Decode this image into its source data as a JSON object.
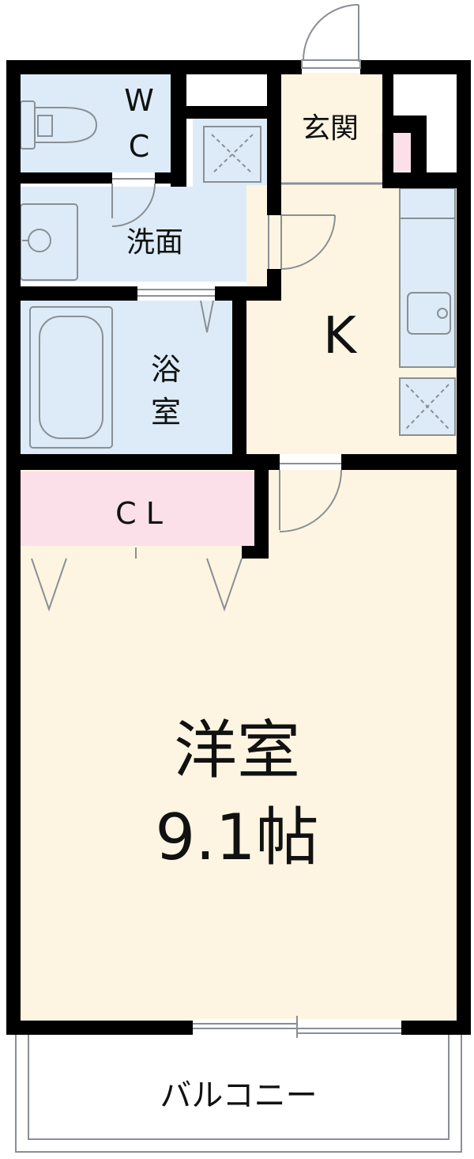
{
  "rooms": {
    "wc": {
      "line1": "W",
      "line2": "C"
    },
    "genkan": {
      "label": "玄関"
    },
    "senmen": {
      "label": "洗面"
    },
    "kitchen": {
      "label": "K"
    },
    "bath": {
      "line1": "浴",
      "line2": "室"
    },
    "closet": {
      "label": "C L"
    },
    "western": {
      "line1": "洋室",
      "line2": "9.1帖"
    },
    "balcony": {
      "label": "バルコニー"
    }
  },
  "colors": {
    "wall": "#000000",
    "wet_area": "#dcebf7",
    "floor": "#fdf5e1",
    "closet": "#fbe0ea",
    "fixture_line": "#8a8f96"
  }
}
